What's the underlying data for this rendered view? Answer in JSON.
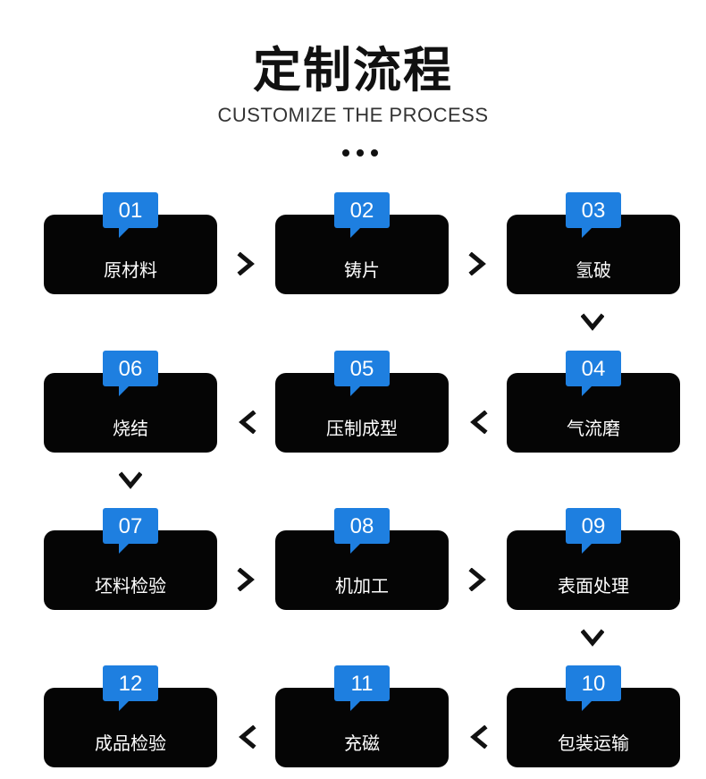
{
  "header": {
    "title": "定制流程",
    "subtitle": "CUSTOMIZE THE PROCESS"
  },
  "steps": [
    {
      "num": "01",
      "label": "原材料"
    },
    {
      "num": "02",
      "label": "铸片"
    },
    {
      "num": "03",
      "label": "氢破"
    },
    {
      "num": "04",
      "label": "气流磨"
    },
    {
      "num": "05",
      "label": "压制成型"
    },
    {
      "num": "06",
      "label": "烧结"
    },
    {
      "num": "07",
      "label": "坯料检验"
    },
    {
      "num": "08",
      "label": "机加工"
    },
    {
      "num": "09",
      "label": "表面处理"
    },
    {
      "num": "10",
      "label": "包装运输"
    },
    {
      "num": "11",
      "label": "充磁"
    },
    {
      "num": "12",
      "label": "成品检验"
    }
  ],
  "colors": {
    "badge": "#1e7fe0",
    "box": "#050505",
    "arrow": "#111111"
  },
  "icons": {
    "right": "chevron-right-icon",
    "left": "chevron-left-icon",
    "down": "chevron-down-icon"
  }
}
